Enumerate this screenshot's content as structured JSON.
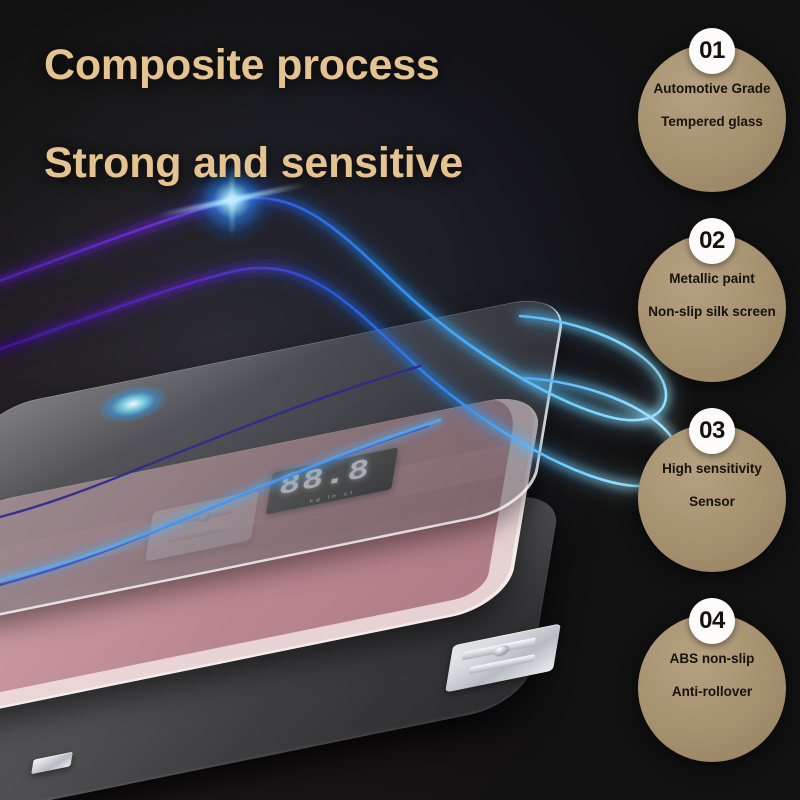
{
  "poster": {
    "background_color": "#121111",
    "accent_color": "#e4c391",
    "badge_color": "#a89371",
    "neon_start_color": "#6a2fd0",
    "neon_end_color": "#35a8ff"
  },
  "headline": {
    "line1": "Composite process",
    "line2": "Strong and sensitive"
  },
  "product": {
    "layers": [
      {
        "name": "tempered-glass-panel",
        "label": "Tempered glass top panel",
        "color": "#7a7c82"
      },
      {
        "name": "silk-screen-pink-plate",
        "label": "Metallic paint non-slip silk screen plate",
        "color": "#cc9aa2"
      },
      {
        "name": "abs-base",
        "label": "ABS non-slip anti-rollover base",
        "color": "#4e4e50"
      }
    ],
    "display": {
      "value": "88.8",
      "units": "kg lb st"
    },
    "components": [
      {
        "name": "high-sensitivity-sensor",
        "label": "High sensitivity sensor"
      },
      {
        "name": "anti-slip-foot",
        "label": "Anti-slip metal foot"
      }
    ]
  },
  "badges": [
    {
      "number": "01",
      "line1": "Automotive Grade",
      "line2": "Tempered glass"
    },
    {
      "number": "02",
      "line1": "Metallic paint",
      "line2": "Non-slip silk screen"
    },
    {
      "number": "03",
      "line1": "High sensitivity",
      "line2": "Sensor"
    },
    {
      "number": "04",
      "line1": "ABS non-slip",
      "line2": "Anti-rollover"
    }
  ]
}
